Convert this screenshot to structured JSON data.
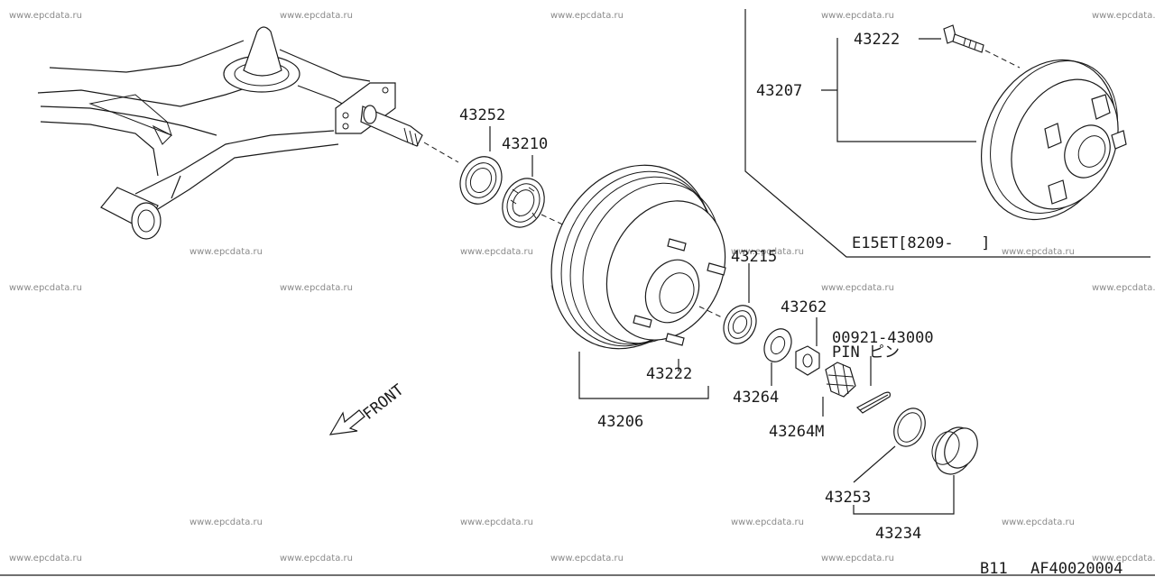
{
  "watermark": "www.epcdata.ru",
  "parts": {
    "p43252": "43252",
    "p43210": "43210",
    "p43206": "43206",
    "p43215": "43215",
    "p43222a": "43222",
    "p43262": "43262",
    "p00921": "00921-43000",
    "pin_label": "PIN ピン",
    "p43264": "43264",
    "p43264m": "43264M",
    "p43253": "43253",
    "p43234": "43234",
    "p43222b": "43222",
    "p43207": "43207"
  },
  "inset_label": "E15ET[8209-   ]",
  "front_label": "FRONT",
  "footer": {
    "model": "B11",
    "diagram_code": "AF40020004"
  }
}
